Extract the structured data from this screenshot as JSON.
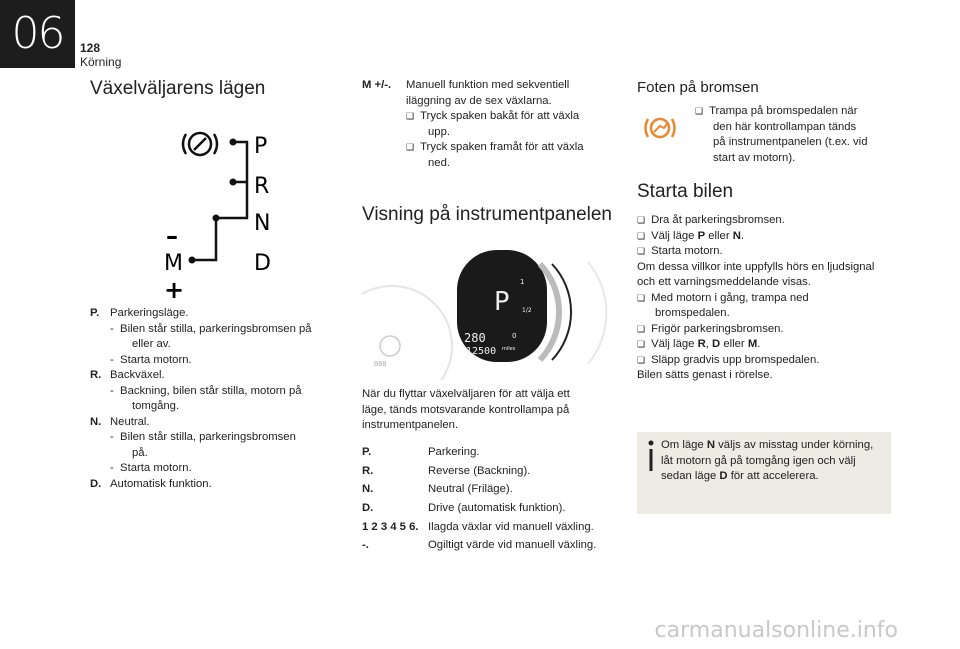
{
  "header": {
    "chapter_number": "06",
    "page_number": "128",
    "chapter_title": "Körning"
  },
  "left": {
    "title": "Växelväljarens lägen",
    "diagram_letters": [
      "P",
      "R",
      "N",
      "D",
      "M",
      "–",
      "+"
    ],
    "items": [
      {
        "label": "P.",
        "text": "Parkeringsläge.",
        "subs": [
          "Bilen står stilla, parkeringsbromsen på",
          "eller av.",
          "Starta motorn."
        ]
      },
      {
        "label": "R.",
        "text": "Backväxel.",
        "subs": [
          "Backning, bilen står stilla, motorn på",
          "tomgång."
        ]
      },
      {
        "label": "N.",
        "text": "Neutral.",
        "subs": [
          "Bilen står stilla, parkeringsbromsen",
          "på.",
          "Starta motorn."
        ]
      },
      {
        "label": "D.",
        "text": "Automatisk funktion."
      }
    ]
  },
  "middle": {
    "m_label": "M +/-.",
    "m_lines": [
      "Manuell funktion med sekventiell",
      "iläggning av de sex växlarna."
    ],
    "m_bullets": [
      "Tryck spaken bakåt för att växla",
      "upp.",
      "Tryck spaken framåt för att växla",
      "ned."
    ],
    "title": "Visning på instrumentpanelen",
    "cluster": {
      "gear": "P",
      "temp": "280",
      "odo": "12500",
      "unit": "miles",
      "scale_top": "1",
      "scale_mid": "1/2",
      "scale_bot": "0",
      "small": "000"
    },
    "para": [
      "När du flyttar växelväljaren för att välja ett",
      "läge, tänds motsvarande kontrollampa på",
      "instrumentpanelen."
    ],
    "legend": [
      {
        "label": "P.",
        "text": "Parkering."
      },
      {
        "label": "R.",
        "text": "Reverse (Backning)."
      },
      {
        "label": "N.",
        "text": "Neutral (Friläge)."
      },
      {
        "label": "D.",
        "text": "Drive (automatisk funktion)."
      },
      {
        "label": "1 2 3 4 5 6.",
        "text": "Ilagda växlar vid manuell växling."
      },
      {
        "label": "-.",
        "text": "Ogiltigt värde vid manuell växling."
      }
    ]
  },
  "right": {
    "brake_title": "Foten på bromsen",
    "brake_lines": [
      "Trampa på bromspedalen när",
      "den här kontrollampan tänds",
      "på instrumentpanelen (t.ex. vid",
      "start av motorn)."
    ],
    "start_title": "Starta bilen",
    "start_lines": [
      {
        "t": "chk",
        "text": "Dra åt parkeringsbromsen."
      },
      {
        "t": "chk",
        "pre": "Välj läge ",
        "b1": "P",
        "mid": " eller ",
        "b2": "N",
        "post": "."
      },
      {
        "t": "chk",
        "text": "Starta motorn."
      },
      {
        "t": "p",
        "text": "Om dessa villkor inte uppfylls hörs en ljudsignal"
      },
      {
        "t": "p",
        "text": "och ett varningsmeddelande visas."
      },
      {
        "t": "chk",
        "text": "Med motorn i gång, trampa ned"
      },
      {
        "t": "ind",
        "text": "bromspedalen."
      },
      {
        "t": "chk",
        "text": "Frigör parkeringsbromsen."
      },
      {
        "t": "chk",
        "pre": "Välj läge ",
        "b1": "R",
        "mid": ", ",
        "b2": "D",
        "mid2": " eller ",
        "b3": "M",
        "post": "."
      },
      {
        "t": "chk",
        "text": "Släpp gradvis upp bromspedalen."
      },
      {
        "t": "p",
        "text": "Bilen sätts genast i rörelse."
      }
    ],
    "note_pre": "Om läge ",
    "note_b": "N",
    "note_post": " väljs av misstag under körning,",
    "note_lines": [
      "låt motorn gå på tomgång igen och välj"
    ],
    "note_last_pre": "sedan läge ",
    "note_last_b": "D",
    "note_last_post": " för att accelerera."
  },
  "footer": {
    "watermark": "carmanualsonline.info"
  }
}
